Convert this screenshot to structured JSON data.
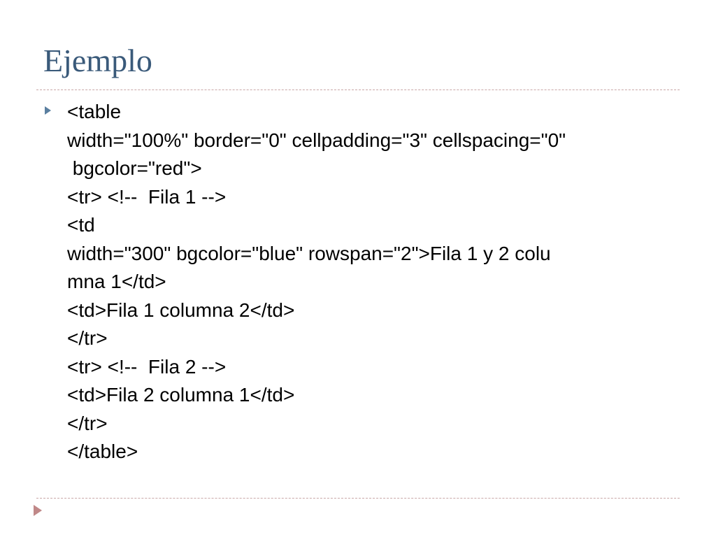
{
  "slide": {
    "title": "Ejemplo",
    "code_lines": [
      "<table",
      "width=\"100%\" border=\"0\" cellpadding=\"3\" cellspacing=\"0\"",
      " bgcolor=\"red\">",
      "<tr> <!--  Fila 1 -->",
      "<td",
      "width=\"300\" bgcolor=\"blue\" rowspan=\"2\">Fila 1 y 2 colu",
      "mna 1</td>",
      "<td>Fila 1 columna 2</td>",
      "</tr>",
      "<tr> <!--  Fila 2 -->",
      "<td>Fila 2 columna 1</td>",
      "</tr>",
      "</table>"
    ]
  },
  "icons": {
    "bullet": "triangle-bullet-icon",
    "nav": "play-triangle-icon"
  },
  "colors": {
    "title": "#3a5a7a",
    "bullet": "#5a7fa0",
    "rule": "#c9a6a6"
  }
}
